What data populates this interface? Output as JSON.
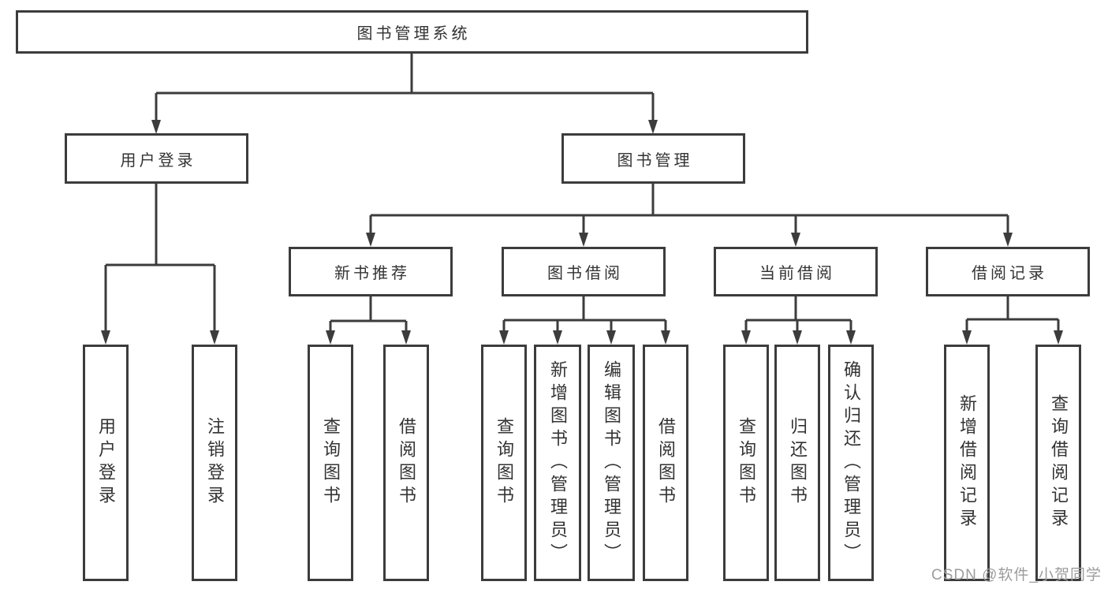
{
  "colors": {
    "line": "#3c3c3c",
    "text": "#333333",
    "watermark": "#9c9c9c",
    "bg": "#ffffff"
  },
  "tree": {
    "root": {
      "label": "图书管理系统"
    },
    "branches": [
      {
        "label": "用户登录",
        "children": [
          {
            "label": "用户登录"
          },
          {
            "label": "注销登录"
          }
        ]
      },
      {
        "label": "图书管理",
        "children": [
          {
            "label": "新书推荐",
            "children": [
              {
                "label": "查询图书"
              },
              {
                "label": "借阅图书"
              }
            ]
          },
          {
            "label": "图书借阅",
            "children": [
              {
                "label": "查询图书"
              },
              {
                "label": "新增图书（管理员）"
              },
              {
                "label": "编辑图书（管理员）"
              },
              {
                "label": "借阅图书"
              }
            ]
          },
          {
            "label": "当前借阅",
            "children": [
              {
                "label": "查询图书"
              },
              {
                "label": "归还图书"
              },
              {
                "label": "确认归还（管理员）"
              }
            ]
          },
          {
            "label": "借阅记录",
            "children": [
              {
                "label": "新增借阅记录"
              },
              {
                "label": "查询借阅记录"
              }
            ]
          }
        ]
      }
    ]
  },
  "watermark": {
    "text": "CSDN @软件_小贺同学"
  }
}
